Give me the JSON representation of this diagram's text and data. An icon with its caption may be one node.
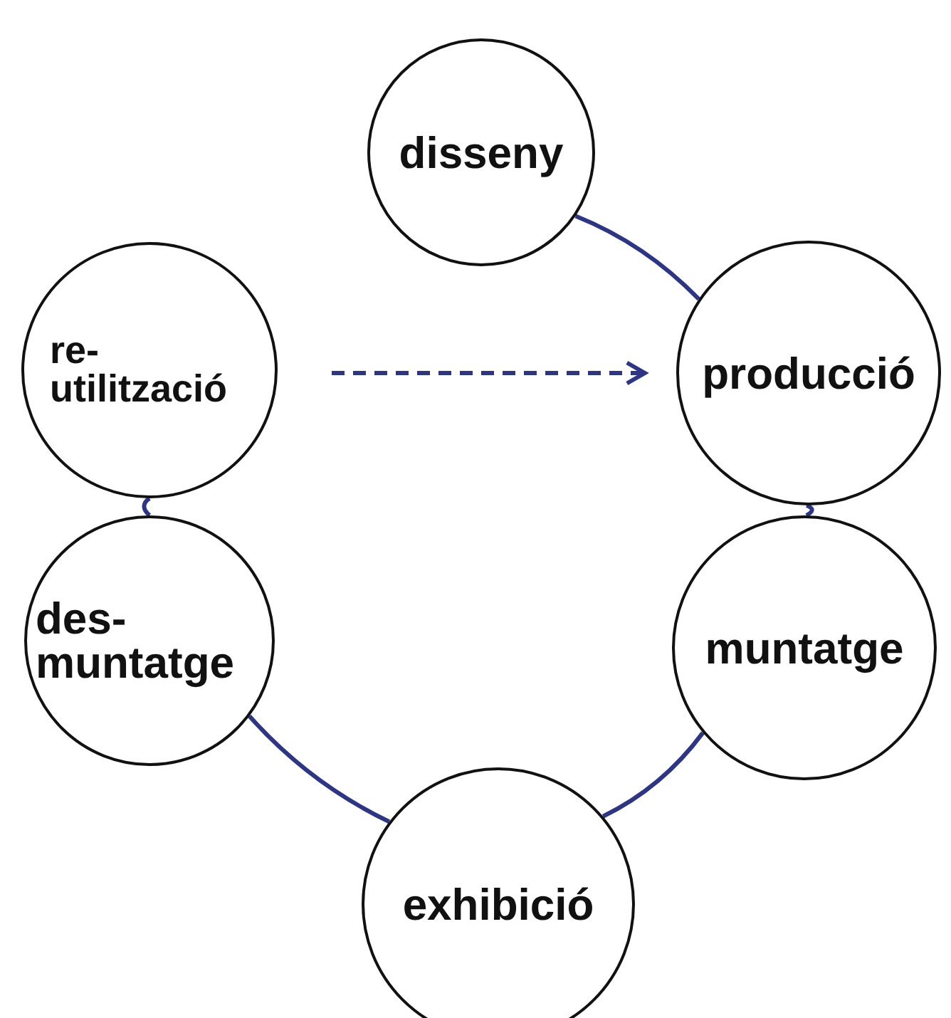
{
  "diagram": {
    "nodes": [
      {
        "text": [
          "disseny"
        ]
      },
      {
        "text": [
          "producció"
        ]
      },
      {
        "text": [
          "muntatge"
        ]
      },
      {
        "text": [
          "exhibició"
        ]
      },
      {
        "text": [
          "des- muntatge"
        ]
      },
      {
        "text": [
          "re- utilització"
        ]
      }
    ],
    "edges": [
      {
        "from": 0,
        "to": 1,
        "arrow": "none"
      },
      {
        "from": 1,
        "to": 2,
        "arrow": "none"
      },
      {
        "from": 2,
        "to": 3,
        "arrow": "none"
      },
      {
        "from": 3,
        "to": 4,
        "arrow": "none"
      },
      {
        "from": 4,
        "to": 5,
        "arrow": "none"
      },
      {
        "from": 5,
        "to": 1,
        "arrow": "to",
        "style": "dashed"
      }
    ]
  }
}
